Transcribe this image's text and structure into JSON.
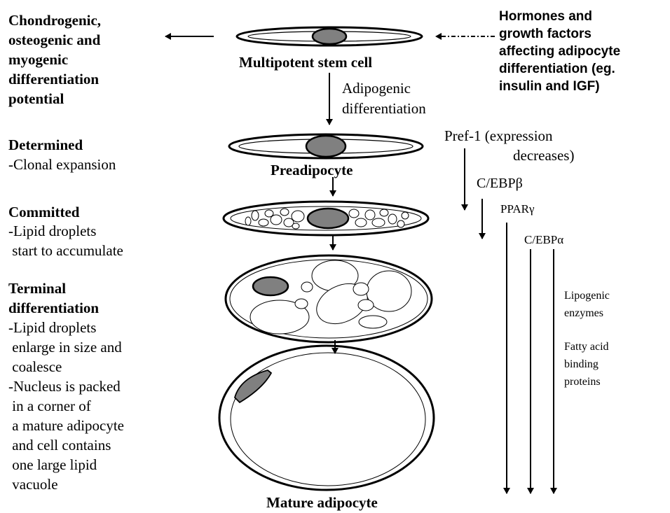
{
  "left_labels": {
    "chondrogenic_lines": [
      "Chondrogenic,",
      "osteogenic and",
      "myogenic",
      "differentiation",
      "potential"
    ],
    "determined": {
      "title": "Determined",
      "lines": [
        "-Clonal expansion"
      ]
    },
    "committed": {
      "title": "Committed",
      "lines": [
        "-Lipid droplets",
        " start to accumulate"
      ]
    },
    "terminal": {
      "title_lines": [
        "Terminal",
        "differentiation"
      ],
      "lines": [
        "-Lipid droplets",
        " enlarge in size and",
        " coalesce",
        "-Nucleus is packed",
        " in a corner of",
        " a mature adipocyte",
        " and cell contains",
        " one large lipid",
        " vacuole"
      ]
    }
  },
  "stage_labels": {
    "stem": "Multipotent stem cell",
    "pre": "Preadipocyte",
    "mature": "Mature adipocyte"
  },
  "adipogenic_lines": [
    "Adipogenic",
    "differentiation"
  ],
  "hormones_lines": [
    "Hormones and",
    "growth factors",
    "affecting adipocyte",
    "differentiation (eg.",
    "insulin and IGF)"
  ],
  "factors": {
    "pref1_lines": [
      "Pref-1 (expression",
      "decreases)"
    ],
    "cebpb": "C/EBPβ",
    "ppar": "PPARγ",
    "cebpa": "C/EBPα"
  },
  "right_notes": {
    "lipogenic_lines": [
      "Lipogenic",
      "enzymes"
    ],
    "fatty_lines": [
      "Fatty acid",
      "binding",
      "proteins"
    ]
  },
  "colors": {
    "nucleus": "#808080",
    "line": "#000000",
    "background": "#ffffff"
  }
}
